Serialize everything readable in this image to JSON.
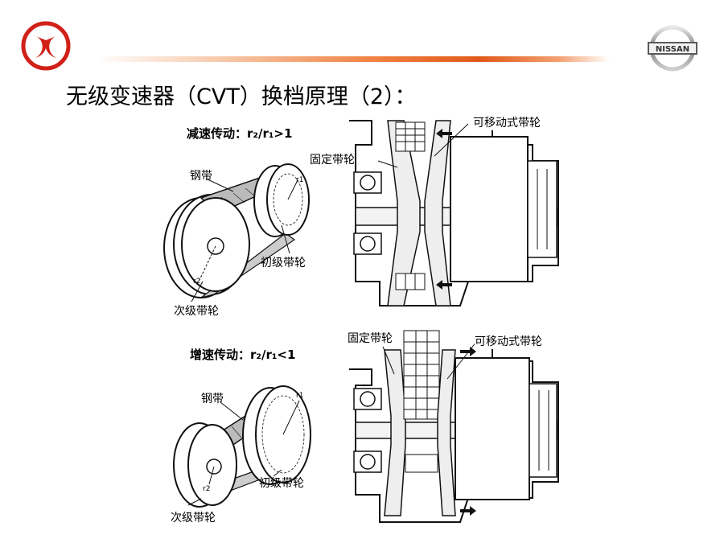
{
  "slide": {
    "title": "无级变速器（CVT）换档原理（2）：",
    "logos": {
      "left": "dongfeng-logo",
      "right_text": "NISSAN"
    },
    "accent_color": "#e05a1a"
  },
  "panel_reduction": {
    "heading": "减速传动：r₂/r₁>1",
    "steel_belt": "钢带",
    "primary_pulley": "初级带轮",
    "secondary_pulley": "次级带轮",
    "r1": "r1",
    "r2": "r2"
  },
  "section_reduction": {
    "fixed_pulley": "固定带轮",
    "movable_pulley": "可移动式带轮"
  },
  "panel_overdrive": {
    "heading": "增速传动：r₂/r₁<1",
    "steel_belt": "钢带",
    "primary_pulley": "初级带轮",
    "secondary_pulley": "次级带轮",
    "r1": "r1",
    "r2": "r2"
  },
  "section_overdrive": {
    "fixed_pulley": "固定带轮",
    "movable_pulley": "可移动式带轮"
  }
}
